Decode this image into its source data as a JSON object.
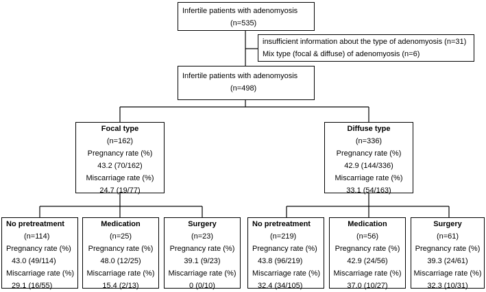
{
  "top": {
    "title": "Infertile patients with adenomyosis",
    "n": "(n=535)"
  },
  "excluded": {
    "line1": "insufficient information about the type of adenomyosis (n=31)",
    "line2": "Mix type (focal & diffuse) of adenomyosis (n=6)"
  },
  "middle": {
    "title": "Infertile patients with adenomyosis",
    "n": "(n=498)"
  },
  "focal": {
    "title": "Focal type",
    "n": "(n=162)",
    "preg_label": "Pregnancy rate (%)",
    "preg_value": "43.2 (70/162)",
    "misc_label": "Miscarriage rate (%)",
    "misc_value": "24.7 (19/77)",
    "children": [
      {
        "title": "No pretreatment",
        "n": "(n=114)",
        "preg_label": "Pregnancy rate (%)",
        "preg_value": "43.0 (49/114)",
        "misc_label": "Miscarriage rate (%)",
        "misc_value": "29.1 (16/55)"
      },
      {
        "title": "Medication",
        "n": "(n=25)",
        "preg_label": "Pregnancy rate (%)",
        "preg_value": "48.0 (12/25)",
        "misc_label": "Miscarriage rate (%)",
        "misc_value": "15.4 (2/13)"
      },
      {
        "title": "Surgery",
        "n": "(n=23)",
        "preg_label": "Pregnancy rate (%)",
        "preg_value": "39.1 (9/23)",
        "misc_label": "Miscarriage rate (%)",
        "misc_value": "0 (0/10)"
      }
    ]
  },
  "diffuse": {
    "title": "Diffuse type",
    "n": "(n=336)",
    "preg_label": "Pregnancy rate (%)",
    "preg_value": "42.9 (144/336)",
    "misc_label": "Miscarriage rate (%)",
    "misc_value": "33.1 (54/163)",
    "children": [
      {
        "title": "No pretreatment",
        "n": "(n=219)",
        "preg_label": "Pregnancy rate (%)",
        "preg_value": "43.8 (96/219)",
        "misc_label": "Miscarriage rate (%)",
        "misc_value": "32.4 (34/105)"
      },
      {
        "title": "Medication",
        "n": "(n=56)",
        "preg_label": "Pregnancy rate (%)",
        "preg_value": "42.9 (24/56)",
        "misc_label": "Miscarriage rate (%)",
        "misc_value": "37.0 (10/27)"
      },
      {
        "title": "Surgery",
        "n": "(n=61)",
        "preg_label": "Pregnancy rate (%)",
        "preg_value": "39.3 (24/61)",
        "misc_label": "Miscarriage rate (%)",
        "misc_value": "32.3 (10/31)"
      }
    ]
  }
}
